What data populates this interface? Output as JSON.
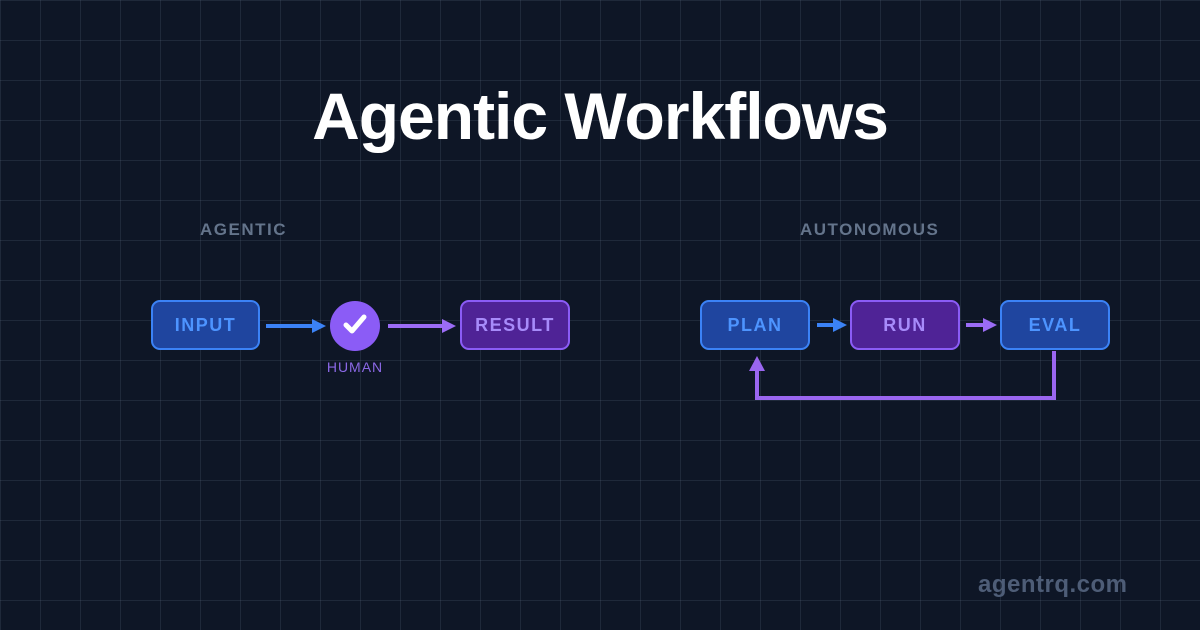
{
  "title": "Agentic Workflows",
  "sections": {
    "agentic": {
      "label": "AGENTIC",
      "nodes": {
        "input": "INPUT",
        "human": "HUMAN",
        "result": "RESULT"
      }
    },
    "autonomous": {
      "label": "AUTONOMOUS",
      "nodes": {
        "plan": "PLAN",
        "run": "RUN",
        "eval": "EVAL"
      }
    }
  },
  "edges": [
    {
      "from": "INPUT",
      "to": "HUMAN",
      "color": "blue"
    },
    {
      "from": "HUMAN",
      "to": "RESULT",
      "color": "purple"
    },
    {
      "from": "PLAN",
      "to": "RUN",
      "color": "blue"
    },
    {
      "from": "RUN",
      "to": "EVAL",
      "color": "purple"
    },
    {
      "from": "EVAL",
      "to": "PLAN",
      "color": "purple",
      "style": "feedback-loop"
    }
  ],
  "watermark": "agentrq.com",
  "colors": {
    "background": "#0e1626",
    "grid_line": "#2a3750",
    "title_text": "#ffffff",
    "section_label": "#64748b",
    "blue_node_fill": "#1f459f",
    "blue_node_border": "#3b82f6",
    "blue_node_text": "#4d94ff",
    "purple_node_fill": "#4f2396",
    "purple_node_border": "#8b5cf6",
    "purple_node_text": "#a78bfa",
    "human_circle_fill": "#8b5cf6",
    "human_check": "#ffffff",
    "human_label_text": "#8b68e6",
    "arrow_blue": "#3b82f6",
    "arrow_purple": "#9b6cf6",
    "loop_purple": "#9a66f0",
    "watermark_text": "#4e5d77"
  }
}
